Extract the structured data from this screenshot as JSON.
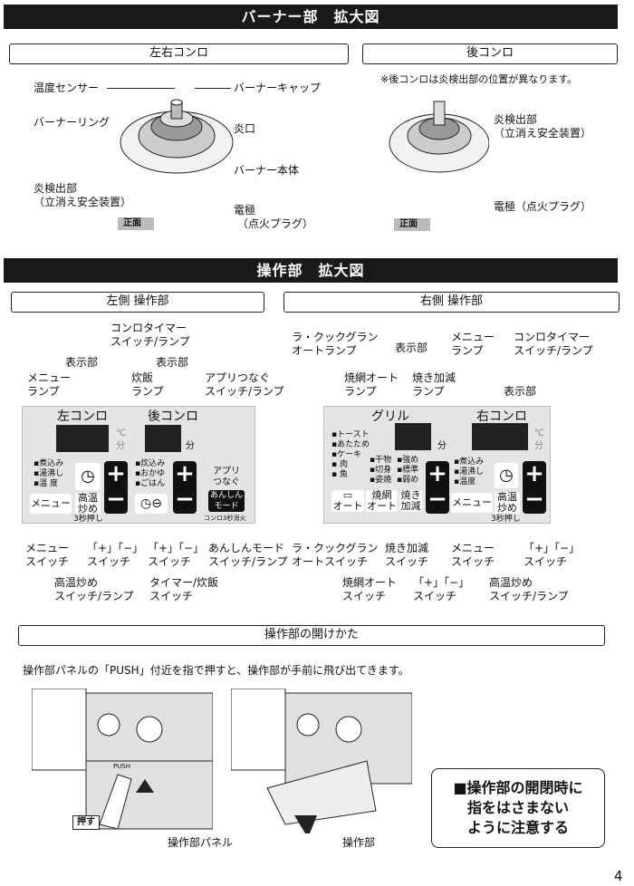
{
  "burner_section": {
    "title": "バーナー部　拡大図",
    "left_right_title": "左右コンロ",
    "rear_title": "後コンロ",
    "labels": {
      "temp_sensor": "温度センサー",
      "burner_cap": "バーナーキャップ",
      "burner_ring": "バーナーリング",
      "flame_port": "炎口",
      "burner_body": "バーナー本体",
      "flame_detector": "炎検出部",
      "flame_detector_sub": "（立消え安全装置）",
      "electrode": "電極",
      "electrode_sub": "（点火プラグ）",
      "front": "正面"
    },
    "rear": {
      "note": "※後コンロは炎検出部の位置が異なります。",
      "flame_detector": "炎検出部",
      "flame_detector_sub": "（立消え安全装置）",
      "electrode": "電極（点火プラグ）",
      "front": "正面"
    }
  },
  "control_section": {
    "title": "操作部　拡大図",
    "left_title": "左側 操作部",
    "right_title": "右側 操作部",
    "left": {
      "timer_lamp": [
        "コンロタイマー",
        "スイッチ/ランプ"
      ],
      "display1": "表示部",
      "display2": "表示部",
      "menu_lamp": [
        "メニュー",
        "ランプ"
      ],
      "rice_lamp": [
        "炊飯",
        "ランプ"
      ],
      "app_lamp": [
        "アプリつなぐ",
        "スイッチ/ランプ"
      ],
      "panel": {
        "left_burner": "左コンロ",
        "rear_burner": "後コンロ",
        "celsius": "℃",
        "minutes": "分",
        "menu_items": [
          "煮込み",
          "湯沸し",
          "温 度"
        ],
        "rice_items": [
          "炊込み",
          "おかゆ",
          "ごはん"
        ],
        "menu_btn": "メニュー",
        "high_temp": [
          "高温",
          "炒め"
        ],
        "hold3": "3秒押し",
        "app": [
          "アプリ",
          "つなぐ"
        ],
        "anshin": [
          "あんしん",
          "モード"
        ],
        "konro3": "コンロ3秒消火"
      },
      "menu_switch": [
        "メニュー",
        "スイッチ"
      ],
      "pm_switch1": [
        "「+」「−」",
        "スイッチ"
      ],
      "pm_switch2": [
        "「+」「−」",
        "スイッチ"
      ],
      "anshin_switch": [
        "あんしんモード",
        "スイッチ/ランプ"
      ],
      "high_temp_switch": [
        "高温炒め",
        "スイッチ/ランプ"
      ],
      "timer_rice_switch": [
        "タイマー/炊飯",
        "スイッチ"
      ]
    },
    "right": {
      "lacook_lamp": [
        "ラ・クックグラン",
        "オートランプ"
      ],
      "display1": "表示部",
      "menu_lamp": [
        "メニュー",
        "ランプ"
      ],
      "timer_lamp": [
        "コンロタイマー",
        "スイッチ/ランプ"
      ],
      "grill_auto_lamp": [
        "焼網オート",
        "ランプ"
      ],
      "doneness_lamp": [
        "焼き加減",
        "ランプ"
      ],
      "display2": "表示部",
      "panel": {
        "grill": "グリル",
        "right_burner": "右コンロ",
        "celsius": "℃",
        "minutes": "分",
        "lacook_items": [
          "トースト",
          "あたため",
          "ケーキ",
          "肉",
          "魚"
        ],
        "grill_items": [
          "干物",
          "切身",
          "姿焼"
        ],
        "doneness_items": [
          "強め",
          "標準",
          "弱め"
        ],
        "auto": "オート",
        "grill_auto": [
          "焼網",
          "オート"
        ],
        "doneness": [
          "焼き",
          "加減"
        ],
        "menu_items": [
          "煮込み",
          "湯沸し",
          "温度"
        ],
        "menu_btn": "メニュー",
        "high_temp": [
          "高温",
          "炒め"
        ],
        "hold3": "3秒押し"
      },
      "lacook_switch": [
        "ラ・クックグラン",
        "オートスイッチ"
      ],
      "doneness_switch": [
        "焼き加減",
        "スイッチ"
      ],
      "menu_switch": [
        "メニュー",
        "スイッチ"
      ],
      "pm_switch1": [
        "「+」「−」",
        "スイッチ"
      ],
      "grill_auto_switch": [
        "焼網オート",
        "スイッチ"
      ],
      "pm_switch2": [
        "「+」「−」",
        "スイッチ"
      ],
      "high_temp_switch": [
        "高温炒め",
        "スイッチ/ランプ"
      ]
    }
  },
  "opening": {
    "title": "操作部の開けかた",
    "instruction": "操作部パネルの「PUSH」付近を指で押すと、操作部が手前に飛び出てきます。",
    "push": "押す",
    "push_label": "PUSH",
    "panel_label": "操作部パネル",
    "unit_label": "操作部",
    "warning": [
      "■操作部の開閉時に",
      "指をはさまない",
      "ように注意する"
    ]
  },
  "page_number": "4"
}
